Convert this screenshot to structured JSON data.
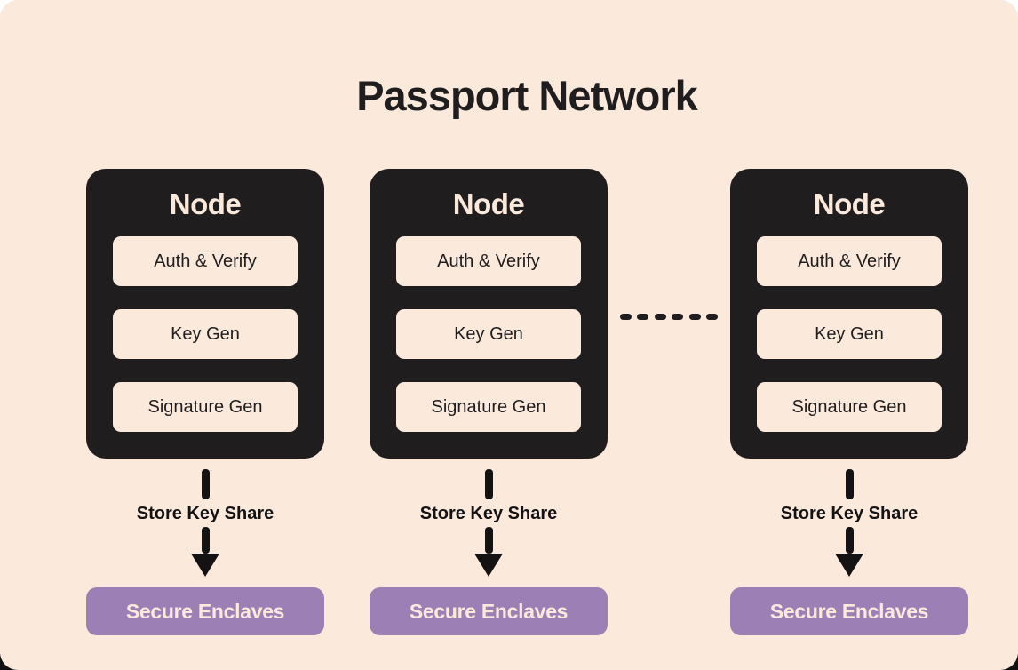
{
  "title": "Passport Network",
  "colors": {
    "canvas_background": "#FBE9DC",
    "node_background": "#201D1E",
    "item_background": "#FBE9DC",
    "enclave_background": "#9C80B5",
    "arrow_color": "#141213",
    "dark_text": "#201D1E",
    "light_text": "#FBE9DC"
  },
  "nodes": [
    {
      "title": "Node",
      "items": [
        "Auth & Verify",
        "Key Gen",
        "Signature Gen"
      ],
      "arrow_label": "Store Key Share",
      "enclave_label": "Secure Enclaves"
    },
    {
      "title": "Node",
      "items": [
        "Auth & Verify",
        "Key Gen",
        "Signature Gen"
      ],
      "arrow_label": "Store Key Share",
      "enclave_label": "Secure Enclaves"
    },
    {
      "title": "Node",
      "items": [
        "Auth & Verify",
        "Key Gen",
        "Signature Gen"
      ],
      "arrow_label": "Store Key Share",
      "enclave_label": "Secure Enclaves"
    }
  ],
  "connector": {
    "type": "dashed-ellipsis",
    "dash_count": 6
  }
}
